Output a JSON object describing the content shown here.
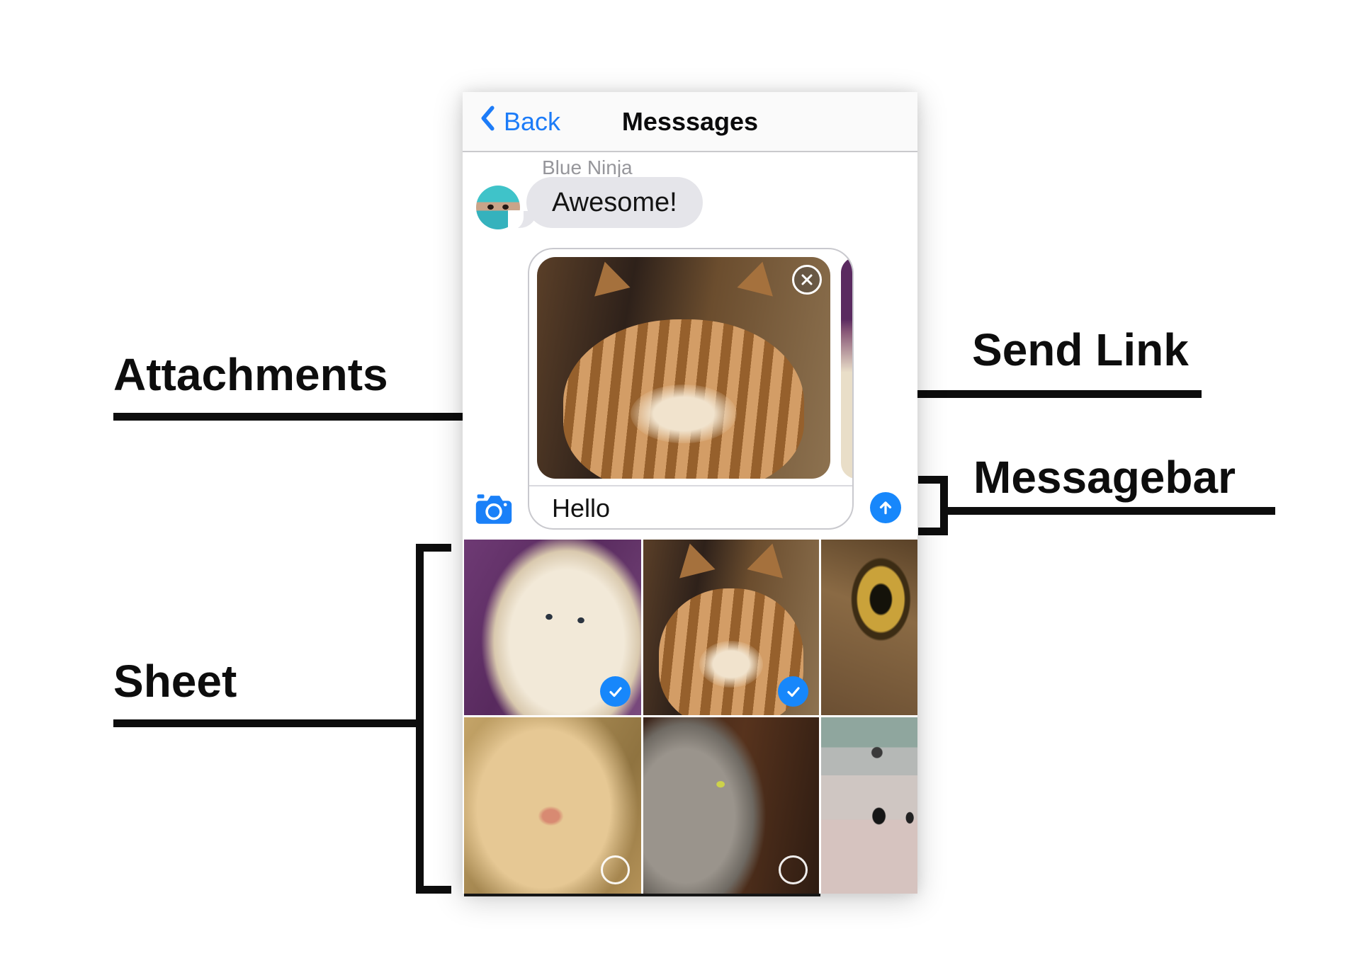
{
  "annotations": {
    "attachments": "Attachments",
    "send_link": "Send Link",
    "messagebar": "Messagebar",
    "sheet": "Sheet"
  },
  "messenger": {
    "nav": {
      "back_label": "Back",
      "title": "Messsages"
    },
    "message": {
      "sender": "Blue Ninja",
      "text": "Awesome!"
    },
    "composer": {
      "input_text": "Hello"
    },
    "sheet_photos": [
      {
        "id": 1,
        "description": "cream fluffy cat on purple background",
        "selected": true
      },
      {
        "id": 2,
        "description": "orange tabby cat",
        "selected": true
      },
      {
        "id": 3,
        "description": "cat eye close-up (partially visible)",
        "selected": false
      },
      {
        "id": 4,
        "description": "sand kitten licking paw",
        "selected": false
      },
      {
        "id": 5,
        "description": "gray cat profile",
        "selected": false
      },
      {
        "id": 6,
        "description": "black cats in courtyard (partially visible)",
        "selected": false
      }
    ]
  },
  "colors": {
    "accent_blue": "#1787FB",
    "link_blue": "#1D7CF8",
    "bubble_gray": "#E5E5EA",
    "annotation_black": "#0D0D0D"
  }
}
